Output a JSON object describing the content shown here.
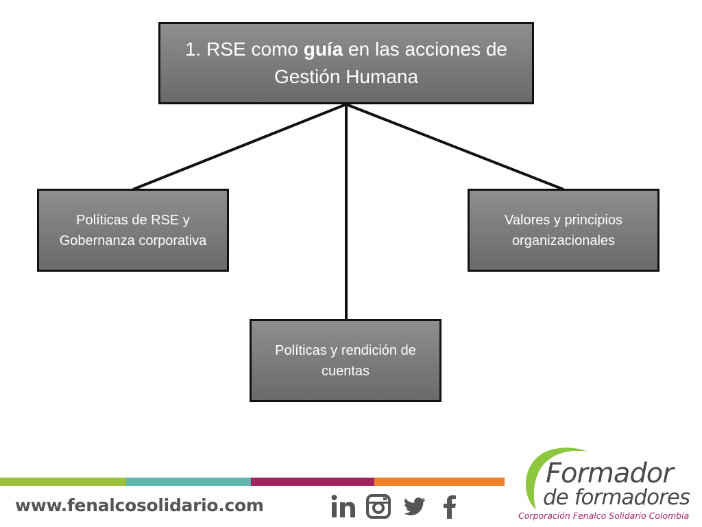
{
  "diagram": {
    "root": {
      "prefix": "1. RSE como ",
      "emphasis": "guía",
      "suffix": " en las acciones de",
      "line2": "Gestión Humana"
    },
    "children": [
      {
        "label": "Políticas de RSE y\nGobernanza corporativa"
      },
      {
        "label": "Políticas y rendición de\ncuentas"
      },
      {
        "label": "Valores y principios\norganizacionales"
      }
    ]
  },
  "footer": {
    "url": "www.fenalcosolidario.com",
    "social_icons": [
      "linkedin-icon",
      "instagram-icon",
      "twitter-icon",
      "facebook-icon"
    ],
    "bar_colors": [
      "#9bc13c",
      "#5fb6b0",
      "#a2245c",
      "#f08128"
    ],
    "logo": {
      "title": "Formador",
      "subtitle": "de formadores",
      "tagline": "Corporación Fenalco Solidario Colombia",
      "arc_color": "#8dc63f",
      "tagline_color": "#a2245c"
    }
  }
}
